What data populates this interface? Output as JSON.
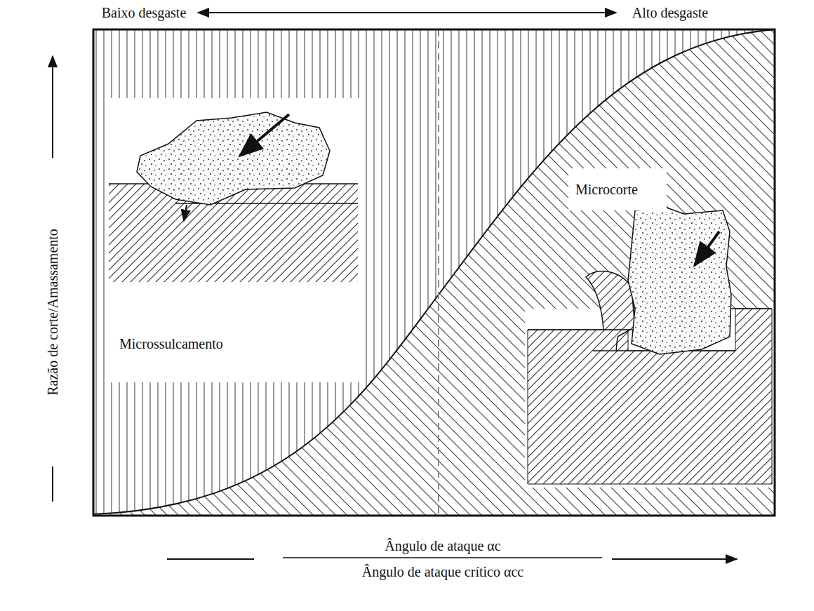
{
  "diagram": {
    "nodes": [
      {
        "text": [
          "Microcorte"
        ]
      },
      {
        "text": [
          "Microssulcamento"
        ]
      }
    ],
    "labels": [
      "Baixo desgaste",
      "Alto desgaste",
      "Razão de corte/Amassamento",
      "Ângulo de ataque αc",
      "Ângulo de ataque crítico αcc"
    ]
  }
}
